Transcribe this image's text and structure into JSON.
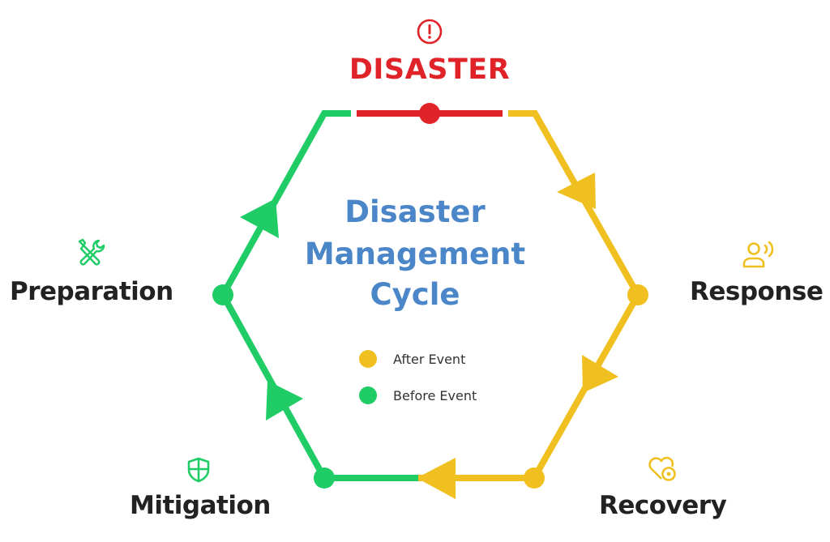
{
  "title": {
    "lines": [
      "Disaster",
      "Management",
      "Cycle"
    ]
  },
  "disaster": {
    "label": "DISASTER",
    "icon": "alert-circle-icon"
  },
  "stages": {
    "response": {
      "label": "Response",
      "icon": "person-speaking-icon"
    },
    "recovery": {
      "label": "Recovery",
      "icon": "heart-plus-icon"
    },
    "mitigation": {
      "label": "Mitigation",
      "icon": "shield-icon"
    },
    "preparation": {
      "label": "Preparation",
      "icon": "tools-icon"
    }
  },
  "legend": {
    "items": [
      {
        "label": "After Event",
        "color": "#f0c020"
      },
      {
        "label": "Before Event",
        "color": "#1fcc66"
      }
    ]
  },
  "colors": {
    "disaster": "#e02329",
    "after_event": "#f0c020",
    "before_event": "#1fcc66",
    "title": "#4a86c8",
    "stage_text": "#222222"
  }
}
